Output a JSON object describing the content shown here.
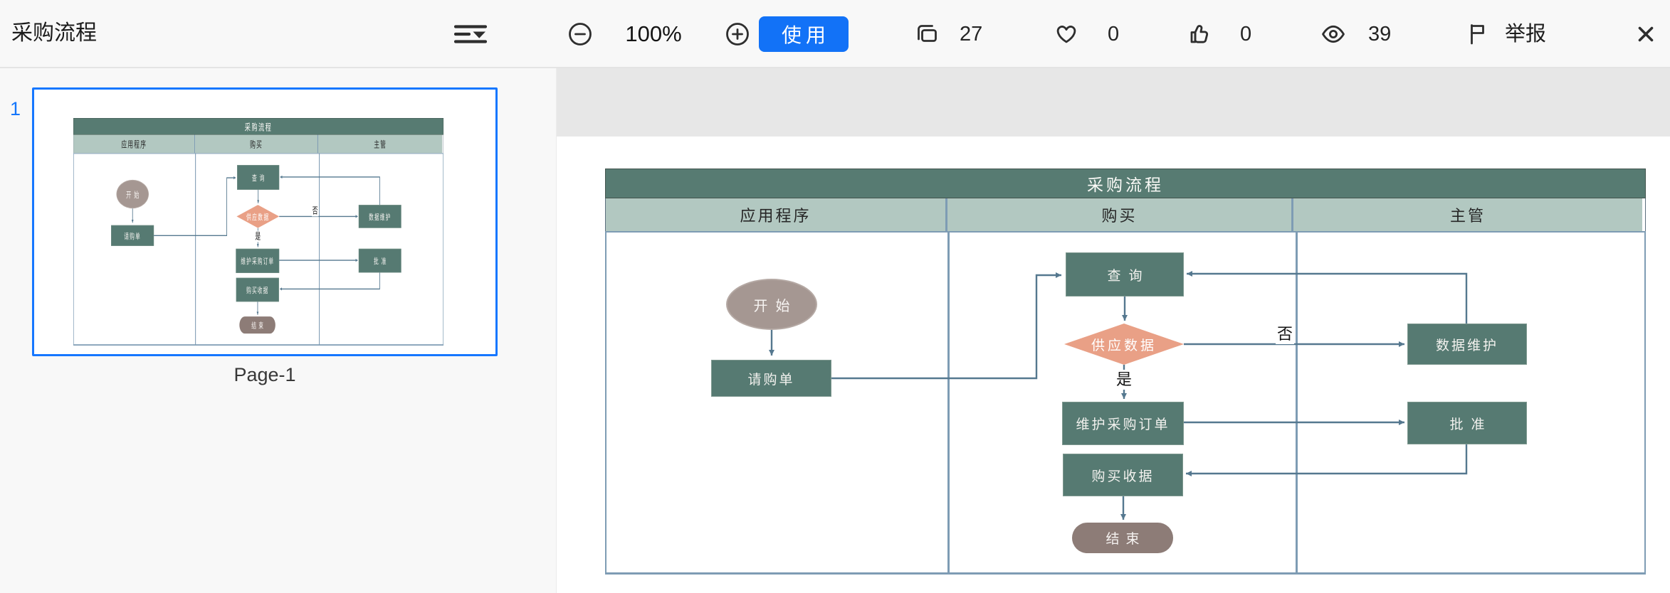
{
  "topbar": {
    "title": "采购流程",
    "zoom_level": "100%",
    "use_button": "使用",
    "clone_count": "27",
    "like_count": "0",
    "thumb_count": "0",
    "view_count": "39",
    "report_label": "举报"
  },
  "sidebar": {
    "page_number": "1",
    "page_label": "Page-1"
  },
  "diagram": {
    "title": "采购流程",
    "lanes": [
      "应用程序",
      "购买",
      "主管"
    ],
    "nodes": {
      "start": "开始",
      "requisition": "请购单",
      "query": "查询",
      "supply_data": "供应数据",
      "maintain_po": "维护采购订单",
      "purchase_receipt": "购买收据",
      "end": "结束",
      "data_maintenance": "数据维护",
      "approve": "批准"
    },
    "edge_labels": {
      "no": "否",
      "yes": "是"
    }
  },
  "colors": {
    "accent_blue": "#1272f7",
    "selection_blue": "#1677ff",
    "process_fill": "#567a72",
    "decision_fill": "#e9a086",
    "start_fill": "#a59792",
    "end_fill": "#8d7c77",
    "title_bg": "#577b72",
    "lane_header_bg": "#b2c8c1",
    "connector": "#55788f",
    "lane_border": "#7e9cb4"
  }
}
